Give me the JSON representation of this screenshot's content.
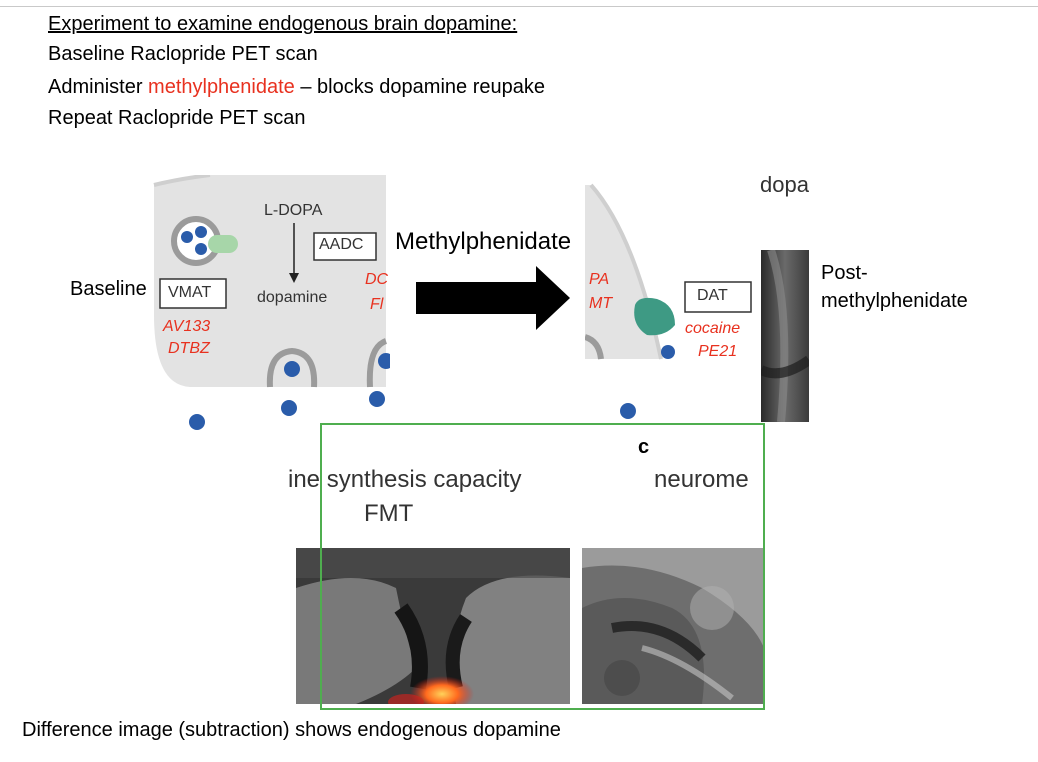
{
  "header": {
    "heading": "Experiment to examine endogenous brain dopamine:",
    "step1": "Baseline Raclopride PET scan",
    "step2_prefix": "Administer ",
    "step2_drug": "methylphenidate",
    "step2_suffix": " – blocks dopamine reupake",
    "step3": "Repeat Raclopride PET scan"
  },
  "left_panel": {
    "ldopa": "L-DOPA",
    "aadc": "AADC",
    "dopamine": "dopamine",
    "vmat": "VMAT",
    "tracer1": "AV133",
    "tracer2": "DTBZ",
    "cut1": "DC",
    "cut2": "Fl",
    "baseline_label": "Baseline"
  },
  "arrow_label": "Methylphenidate",
  "right_panel": {
    "top_cut": "dopa",
    "cut1": "PA",
    "cut2": "MT",
    "dat": "DAT",
    "tracer1": "cocaine",
    "tracer2": "PE21",
    "post_label_1": "Post-",
    "post_label_2": "methylphenidate"
  },
  "bottom_panel": {
    "panel_letter": "c",
    "title1": "ine synthesis capacity",
    "title1_sub": "FMT",
    "title2": "neurome"
  },
  "caption": "Difference image (subtraction) shows endogenous dopamine",
  "colors": {
    "red_text": "#e8311f",
    "dot_blue": "#2a5caa",
    "frame_green": "#4fae4f",
    "transporter_teal": "#3e9a84"
  }
}
